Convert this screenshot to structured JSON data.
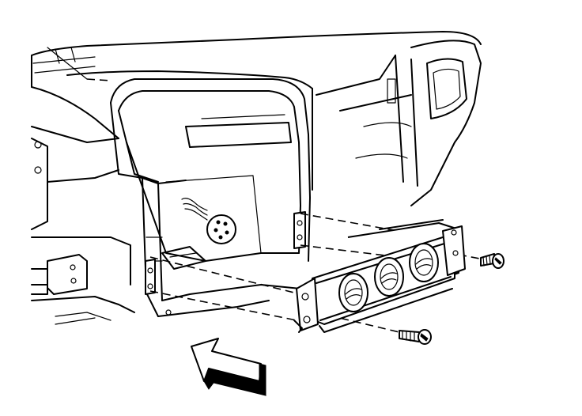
{
  "figure": {
    "parts": [
      "instrument-panel",
      "glove-box-opening",
      "hvac-control-module",
      "control-knob",
      "mounting-screw",
      "direction-arrow"
    ],
    "knob_count": 3,
    "screw_count": 2,
    "colors": {
      "line": "#000000",
      "background": "#ffffff"
    }
  }
}
